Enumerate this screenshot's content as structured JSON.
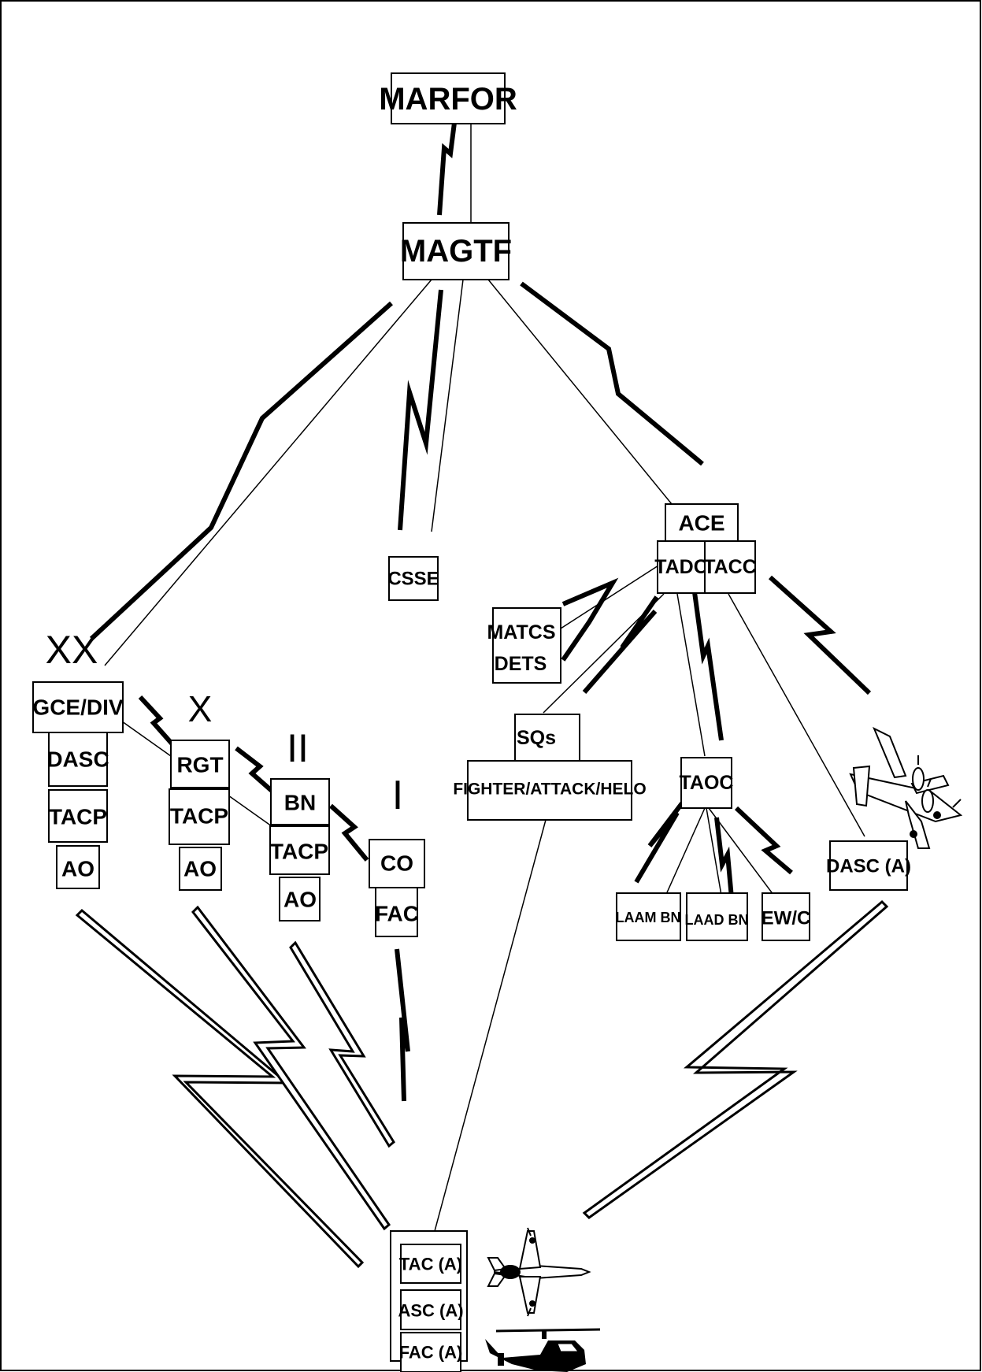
{
  "diagram": {
    "nodes": {
      "marfor": "MARFOR",
      "magtf": "MAGTF",
      "csse": "CSSE",
      "ace": "ACE",
      "tadc": "TADC",
      "tacc": "TACC",
      "matcs_dets": [
        "MATCS",
        "DETS"
      ],
      "sqs": "SQs",
      "fighter_attack_helo": "FIGHTER/ATTACK/HELO",
      "taoc": "TAOC",
      "laam_bn": "LAAM BN",
      "laad_bn": "LAAD BN",
      "ewc": "EW/C",
      "dasc_a": "DASC (A)",
      "gce_div": "GCE/DIV",
      "dasc": "DASC",
      "tacp_div": "TACP",
      "ao_div": "AO",
      "rgt": "RGT",
      "tacp_rgt": "TACP",
      "ao_rgt": "AO",
      "bn": "BN",
      "tacp_bn": "TACP",
      "ao_bn": "AO",
      "co": "CO",
      "fac": "FAC",
      "tac_a": "TAC (A)",
      "asc_a": "ASC (A)",
      "fac_a": "FAC (A)"
    },
    "echelon_symbols": {
      "division": "XX",
      "regiment": "X",
      "battalion": "II",
      "company": "I"
    },
    "aircraft_icons": [
      "cargo-aircraft-icon",
      "fighter-jet-icon",
      "attack-helicopter-icon"
    ]
  }
}
